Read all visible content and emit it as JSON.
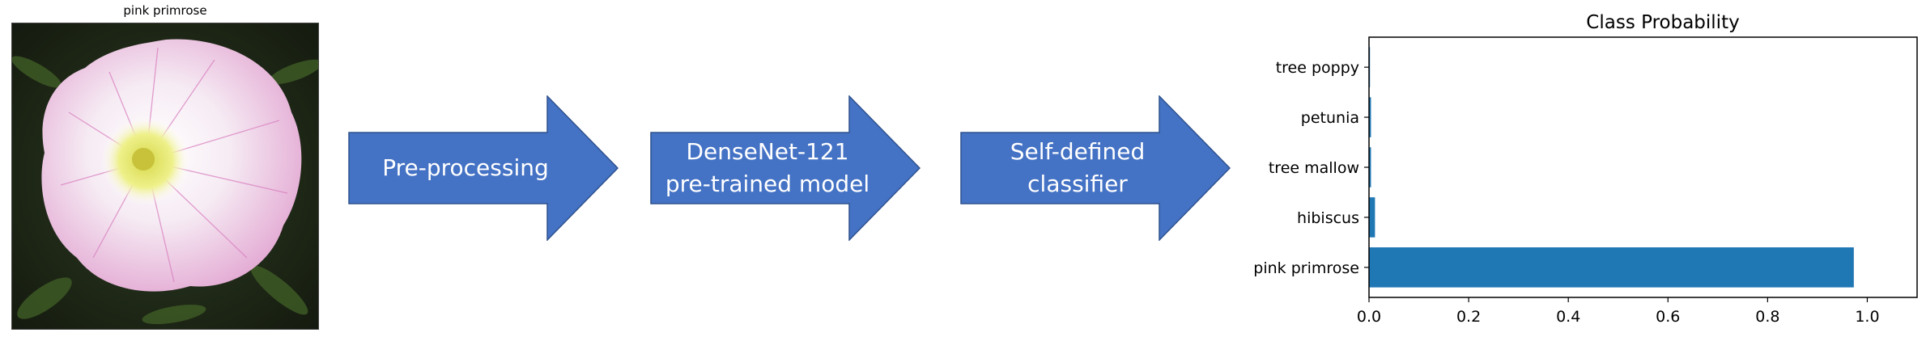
{
  "image": {
    "title": "pink primrose"
  },
  "pipeline": [
    {
      "label": "Pre-processing"
    },
    {
      "label": "DenseNet-121\npre-trained model"
    },
    {
      "label": "Self-defined\nclassifier"
    }
  ],
  "colors": {
    "arrow_fill": "#4472c4",
    "arrow_stroke": "#2f528f",
    "bar": "#1f77b4"
  },
  "chart_data": {
    "type": "bar",
    "orientation": "horizontal",
    "title": "Class Probability",
    "categories": [
      "pink primrose",
      "hibiscus",
      "tree mallow",
      "petunia",
      "tree poppy"
    ],
    "values": [
      0.973,
      0.012,
      0.004,
      0.004,
      0.002
    ],
    "xlim": [
      0,
      1.1
    ],
    "xticks": [
      0.0,
      0.2,
      0.4,
      0.6,
      0.8,
      1.0
    ],
    "xtick_labels": [
      "0.0",
      "0.2",
      "0.4",
      "0.6",
      "0.8",
      "1.0"
    ],
    "grid": false
  }
}
